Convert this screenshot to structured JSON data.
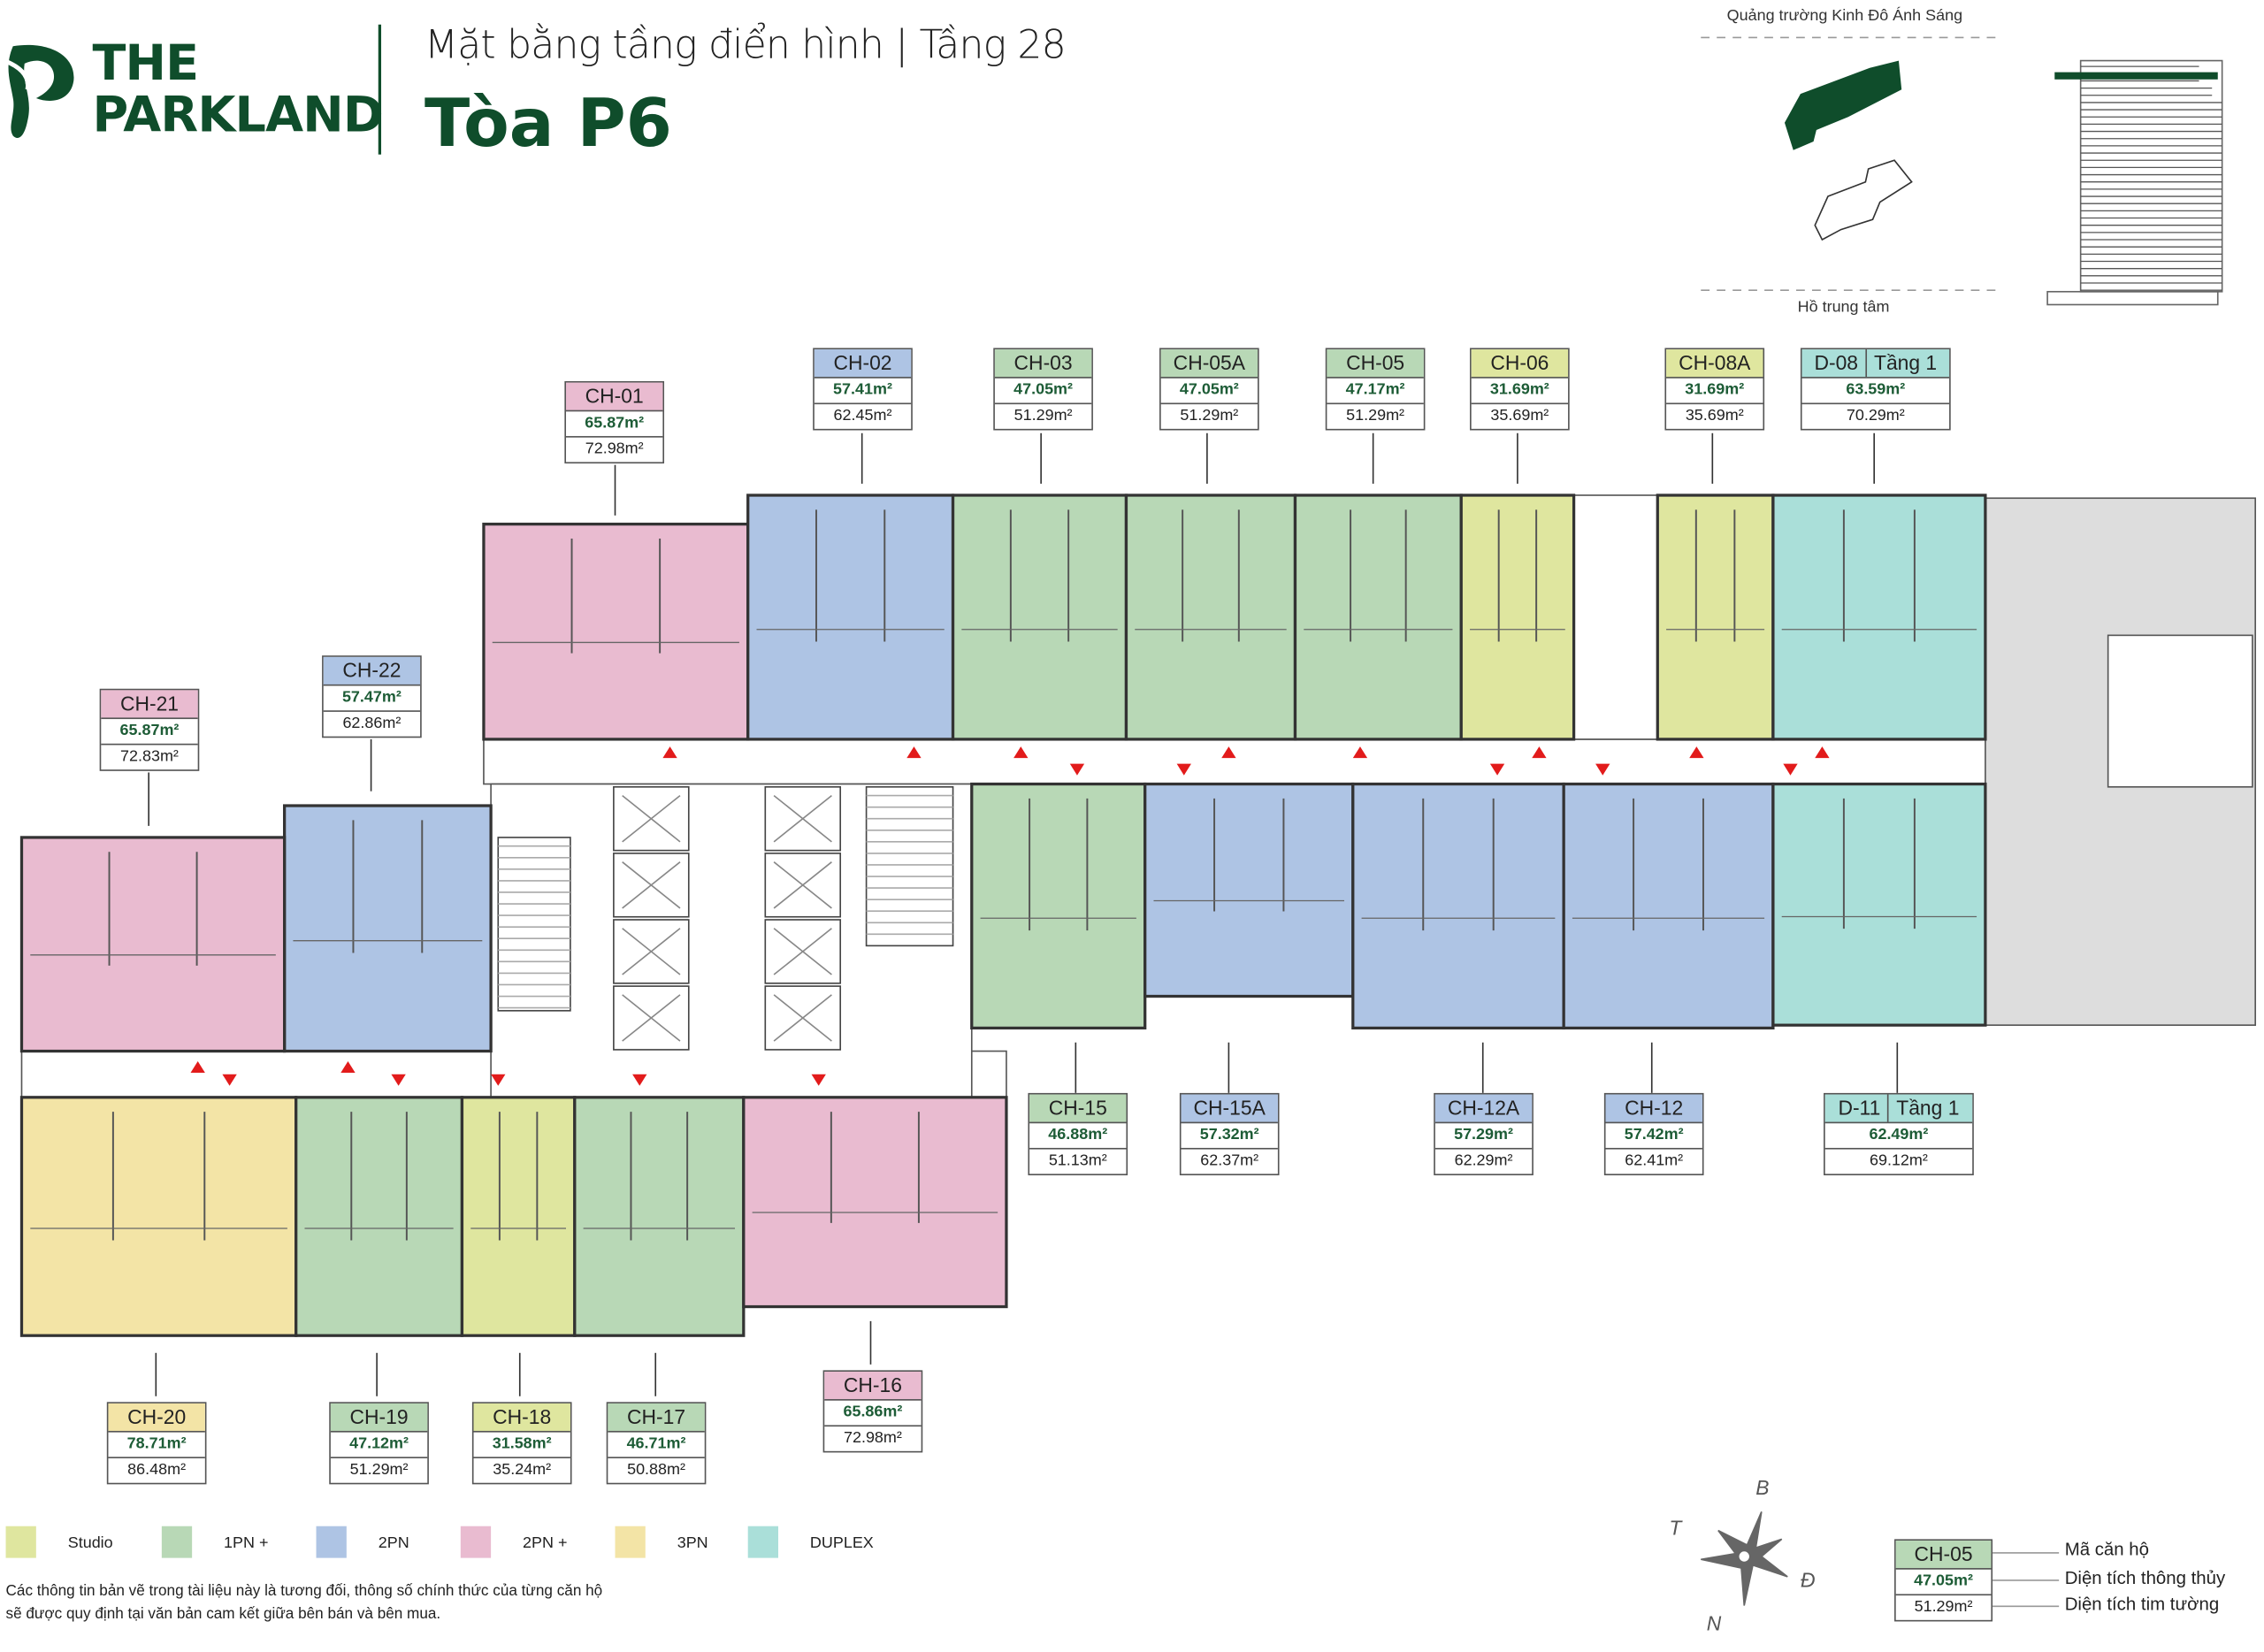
{
  "header": {
    "logo_line1": "THE",
    "logo_line2": "PARKLAND",
    "subtitle": "Mặt bằng tầng điển hình | Tầng 28",
    "title": "Tòa P6"
  },
  "key_plan": {
    "top_label": "Quảng trường Kinh Đô Ánh Sáng",
    "bottom_label": "Hồ trung tâm"
  },
  "colors": {
    "brand": "#0f4d2b",
    "studio": "#dfe69f",
    "1pn_plus": "#b8d8b6",
    "2pn": "#aec4e4",
    "2pn_plus": "#e9bbd0",
    "3pn": "#f3e4a6",
    "duplex": "#aadfd9"
  },
  "units": [
    {
      "code": "CH-01",
      "net": "65.87m²",
      "gross": "72.98m²",
      "type": "2pn_plus"
    },
    {
      "code": "CH-02",
      "net": "57.41m²",
      "gross": "62.45m²",
      "type": "2pn"
    },
    {
      "code": "CH-03",
      "net": "47.05m²",
      "gross": "51.29m²",
      "type": "1pn_plus"
    },
    {
      "code": "CH-05A",
      "net": "47.05m²",
      "gross": "51.29m²",
      "type": "1pn_plus"
    },
    {
      "code": "CH-05",
      "net": "47.17m²",
      "gross": "51.29m²",
      "type": "1pn_plus"
    },
    {
      "code": "CH-06",
      "net": "31.69m²",
      "gross": "35.69m²",
      "type": "studio"
    },
    {
      "code": "CH-08A",
      "net": "31.69m²",
      "gross": "35.69m²",
      "type": "studio"
    },
    {
      "code": "D-08",
      "floor": "Tầng 1",
      "net": "63.59m²",
      "gross": "70.29m²",
      "type": "duplex"
    },
    {
      "code": "CH-22",
      "net": "57.47m²",
      "gross": "62.86m²",
      "type": "2pn"
    },
    {
      "code": "CH-21",
      "net": "65.87m²",
      "gross": "72.83m²",
      "type": "2pn_plus"
    },
    {
      "code": "CH-15",
      "net": "46.88m²",
      "gross": "51.13m²",
      "type": "1pn_plus"
    },
    {
      "code": "CH-15A",
      "net": "57.32m²",
      "gross": "62.37m²",
      "type": "2pn"
    },
    {
      "code": "CH-12A",
      "net": "57.29m²",
      "gross": "62.29m²",
      "type": "2pn"
    },
    {
      "code": "CH-12",
      "net": "57.42m²",
      "gross": "62.41m²",
      "type": "2pn"
    },
    {
      "code": "D-11",
      "floor": "Tầng 1",
      "net": "62.49m²",
      "gross": "69.12m²",
      "type": "duplex"
    },
    {
      "code": "CH-20",
      "net": "78.71m²",
      "gross": "86.48m²",
      "type": "3pn"
    },
    {
      "code": "CH-19",
      "net": "47.12m²",
      "gross": "51.29m²",
      "type": "1pn_plus"
    },
    {
      "code": "CH-18",
      "net": "31.58m²",
      "gross": "35.24m²",
      "type": "studio"
    },
    {
      "code": "CH-17",
      "net": "46.71m²",
      "gross": "50.88m²",
      "type": "1pn_plus"
    },
    {
      "code": "CH-16",
      "net": "65.86m²",
      "gross": "72.98m²",
      "type": "2pn_plus"
    }
  ],
  "legend": [
    {
      "label": "Studio",
      "type": "studio"
    },
    {
      "label": "1PN +",
      "type": "1pn_plus"
    },
    {
      "label": "2PN",
      "type": "2pn"
    },
    {
      "label": "2PN +",
      "type": "2pn_plus"
    },
    {
      "label": "3PN",
      "type": "3pn"
    },
    {
      "label": "DUPLEX",
      "type": "duplex"
    }
  ],
  "disclaimer_line1": "Các thông tin bản vẽ trong tài liệu này là tương đối, thông số chính thức của từng căn hộ",
  "disclaimer_line2": "sẽ được quy định tại văn bản cam kết giữa bên bán và bên mua.",
  "compass": {
    "north": "B",
    "east": "Đ",
    "south": "N",
    "west": "T"
  },
  "sample_box": {
    "code": "CH-05",
    "net": "47.05m²",
    "gross": "51.29m²",
    "code_label": "Mã căn hộ",
    "net_label": "Diện tích thông thủy",
    "gross_label": "Diện tích tim tường"
  }
}
